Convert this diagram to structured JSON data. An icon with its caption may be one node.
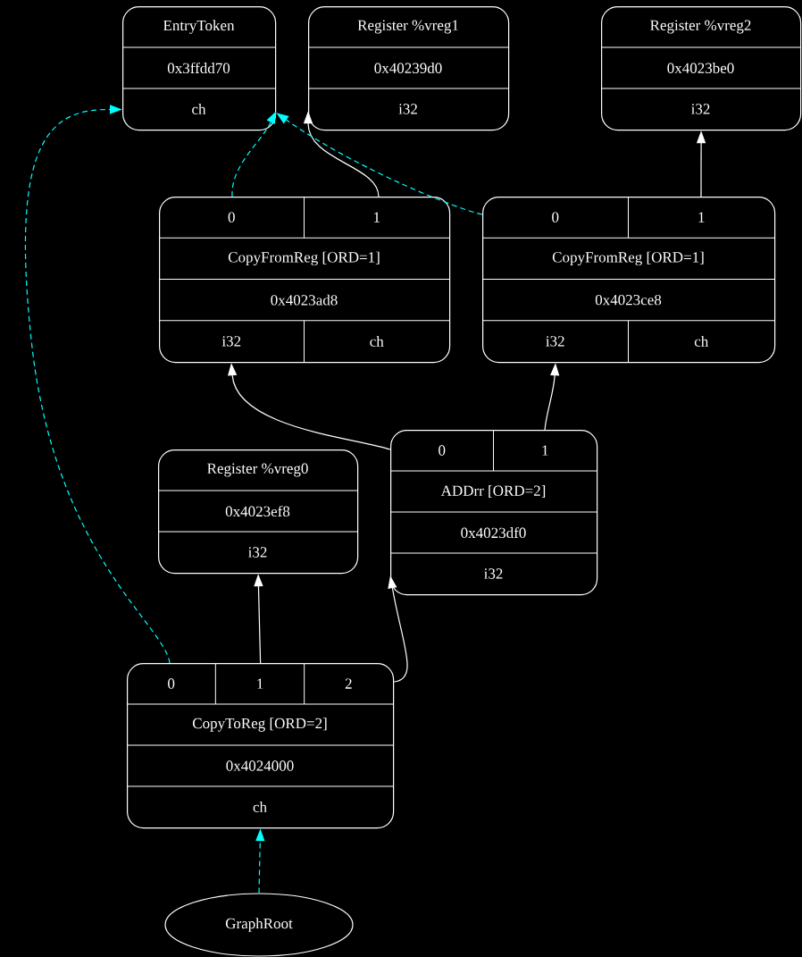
{
  "diagram": {
    "nodes": [
      {
        "text": [
          "EntryToken",
          "0x3ffdd70",
          "ch"
        ]
      },
      {
        "text": [
          "Register %vreg1",
          "0x40239d0",
          "i32"
        ]
      },
      {
        "text": [
          "Register %vreg2",
          "0x4023be0",
          "i32"
        ]
      },
      {
        "text": [
          "0",
          "1",
          "CopyFromReg [ORD=1]",
          "0x4023ad8",
          "i32",
          "ch"
        ]
      },
      {
        "text": [
          "0",
          "1",
          "CopyFromReg [ORD=1]",
          "0x4023ce8",
          "i32",
          "ch"
        ]
      },
      {
        "text": [
          "Register %vreg0",
          "0x4023ef8",
          "i32"
        ]
      },
      {
        "text": [
          "0",
          "1",
          "ADDrr [ORD=2]",
          "0x4023df0",
          "i32"
        ]
      },
      {
        "text": [
          "0",
          "1",
          "2",
          "CopyToReg [ORD=2]",
          "0x4024000",
          "ch"
        ]
      },
      {
        "text": [
          "GraphRoot"
        ]
      }
    ],
    "edges": [
      {
        "from": 3,
        "to": 0,
        "arrow": "to",
        "style": "dashed",
        "color": "#00ffff"
      },
      {
        "from": 3,
        "to": 1,
        "arrow": "to"
      },
      {
        "from": 4,
        "to": 0,
        "arrow": "to",
        "style": "dashed",
        "color": "#00ffff"
      },
      {
        "from": 4,
        "to": 2,
        "arrow": "to"
      },
      {
        "from": 6,
        "to": 3,
        "arrow": "to"
      },
      {
        "from": 6,
        "to": 4,
        "arrow": "to"
      },
      {
        "from": 7,
        "to": 0,
        "arrow": "to",
        "style": "dashed",
        "color": "#00ffff"
      },
      {
        "from": 7,
        "to": 5,
        "arrow": "to"
      },
      {
        "from": 7,
        "to": 6,
        "arrow": "to"
      },
      {
        "from": 8,
        "to": 7,
        "arrow": "to",
        "style": "dashed",
        "color": "#00ffff"
      }
    ]
  }
}
